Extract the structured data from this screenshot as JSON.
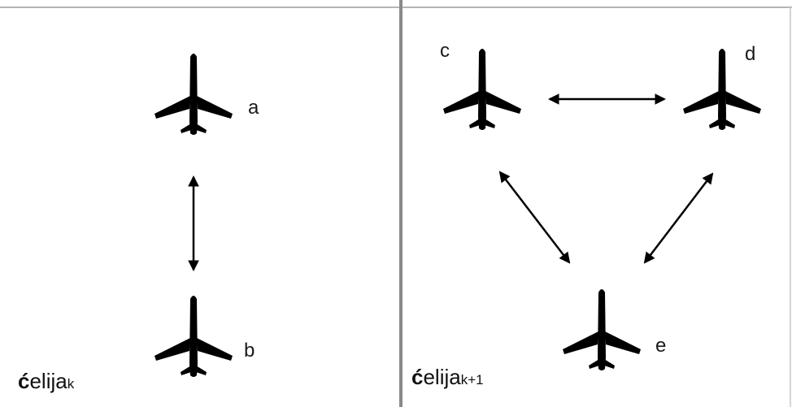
{
  "diagram": {
    "cells": [
      {
        "prefix": "ć",
        "rest": "elija",
        "subscript": "k"
      },
      {
        "prefix": "ć",
        "rest": "elija",
        "subscript": "k+1"
      }
    ],
    "aircraft": [
      {
        "id": "a",
        "label": "a",
        "icon": "airplane-icon"
      },
      {
        "id": "b",
        "label": "b",
        "icon": "airplane-icon"
      },
      {
        "id": "c",
        "label": "c",
        "icon": "airplane-icon"
      },
      {
        "id": "d",
        "label": "d",
        "icon": "airplane-icon"
      },
      {
        "id": "e",
        "label": "e",
        "icon": "airplane-icon"
      }
    ],
    "links": [
      {
        "from": "a",
        "to": "b",
        "type": "bidirectional"
      },
      {
        "from": "c",
        "to": "d",
        "type": "bidirectional"
      },
      {
        "from": "c",
        "to": "e",
        "type": "bidirectional"
      },
      {
        "from": "d",
        "to": "e",
        "type": "bidirectional"
      }
    ],
    "colors": {
      "line": "#000000",
      "divider": "#8a8a8a",
      "border": "#b5b5b5"
    }
  }
}
